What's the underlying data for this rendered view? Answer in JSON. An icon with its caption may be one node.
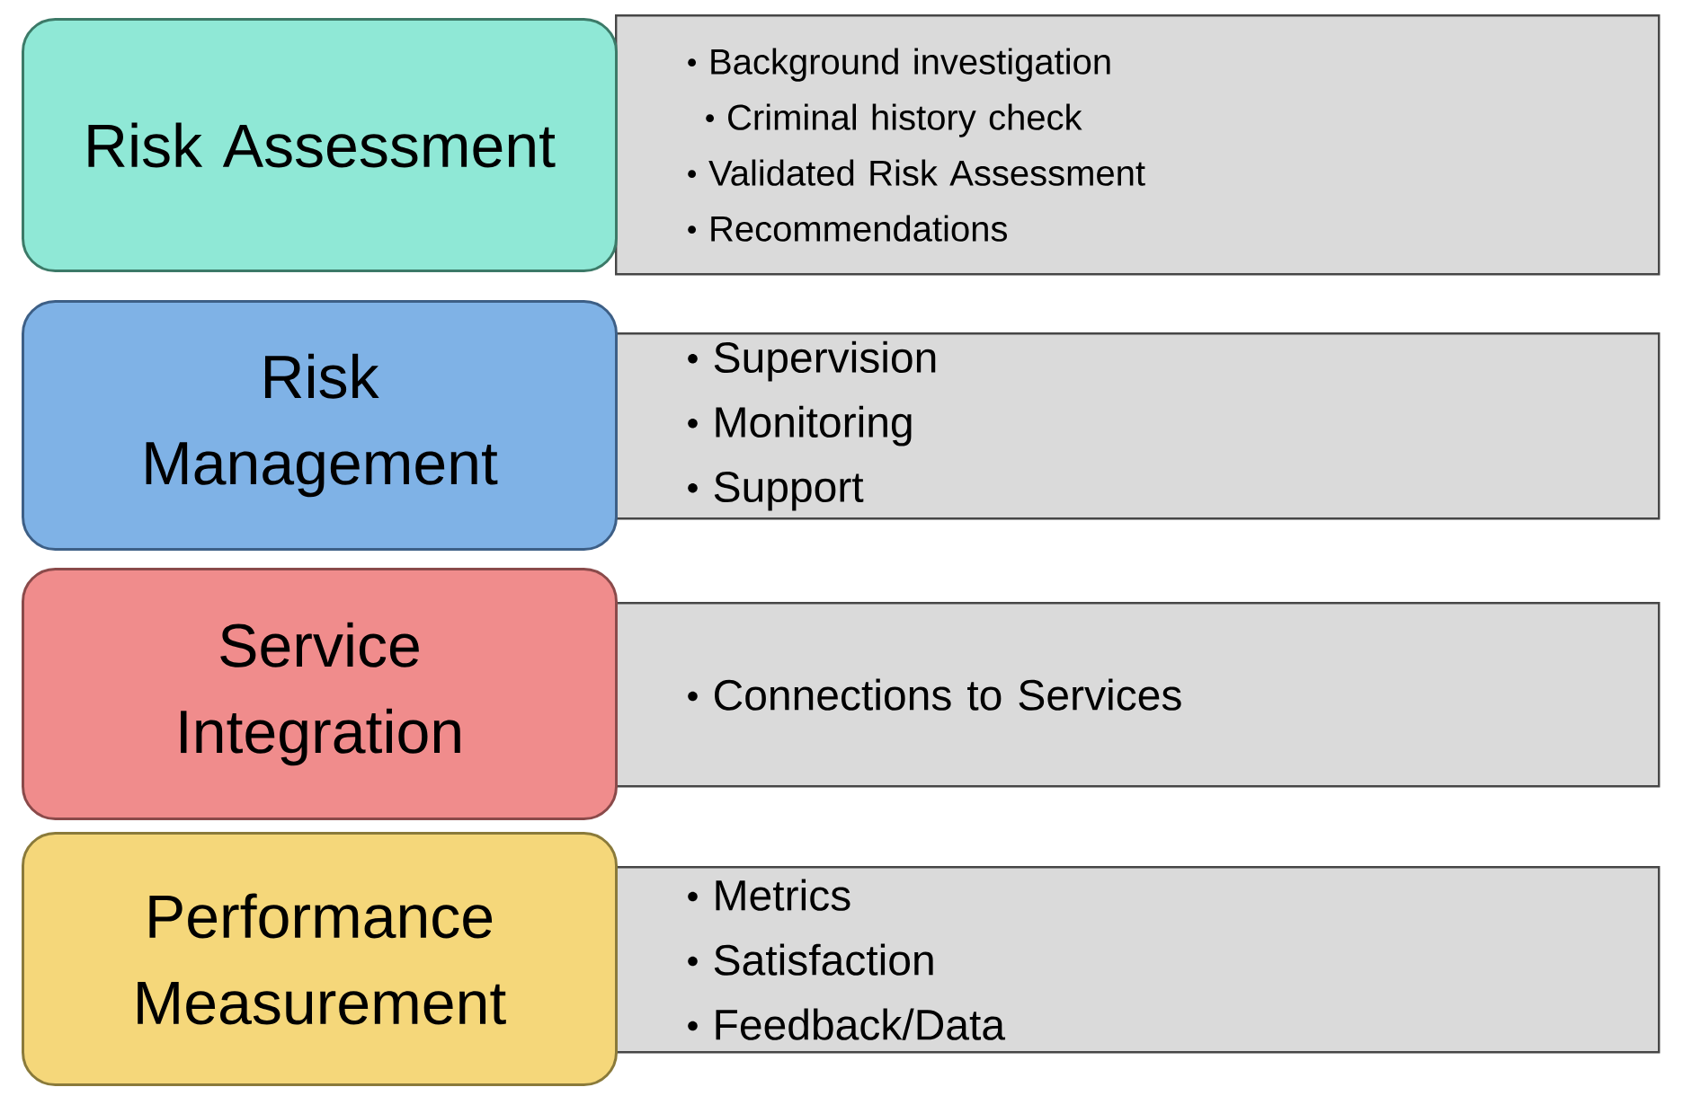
{
  "diagram": {
    "nodes": [
      {
        "text": [
          "Risk Assessment"
        ]
      },
      {
        "text": [
          "Background investigation",
          "Criminal history check",
          "Validated Risk Assessment",
          "Recommendations"
        ]
      },
      {
        "text": [
          "Risk Management"
        ]
      },
      {
        "text": [
          "Supervision",
          "Monitoring",
          "Support"
        ]
      },
      {
        "text": [
          "Service Integration"
        ]
      },
      {
        "text": [
          "Connections to Services"
        ]
      },
      {
        "text": [
          "Performance Measurement"
        ]
      },
      {
        "text": [
          "Metrics",
          "Satisfaction",
          "Feedback/Data"
        ]
      }
    ]
  }
}
